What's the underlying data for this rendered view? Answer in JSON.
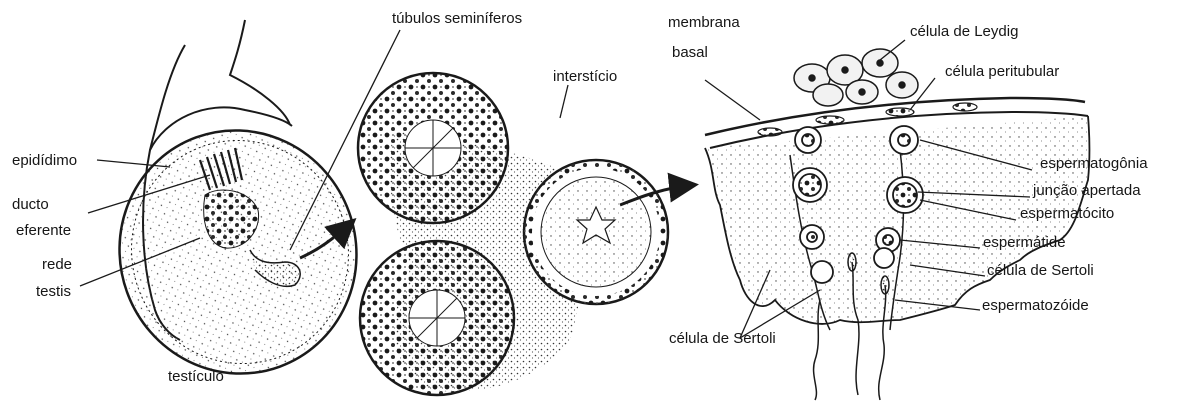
{
  "labels": {
    "epididimo": "epidídimo",
    "ducto_line1": "ducto",
    "ducto_line2": "eferente",
    "rede_line1": "rede",
    "rede_line2": "testis",
    "testiculo": "testículo",
    "tubulos": "túbulos seminíferos",
    "intersticio": "interstício",
    "membrana_line1": "membrana",
    "membrana_line2": "basal",
    "leydig": "célula de Leydig",
    "peritubular": "célula peritubular",
    "espermatogonia": "espermatogônia",
    "juncao": "junção apertada",
    "espermatocito": "espermatócito",
    "espermatide": "espermátide",
    "sertoli_right": "célula de Sertoli",
    "espermatozoide": "espermatozóide",
    "sertoli_bottom": "célula de Sertoli"
  },
  "colors": {
    "ink": "#1a1a1a",
    "paper": "#ffffff",
    "shade": "#d9d9d9"
  }
}
